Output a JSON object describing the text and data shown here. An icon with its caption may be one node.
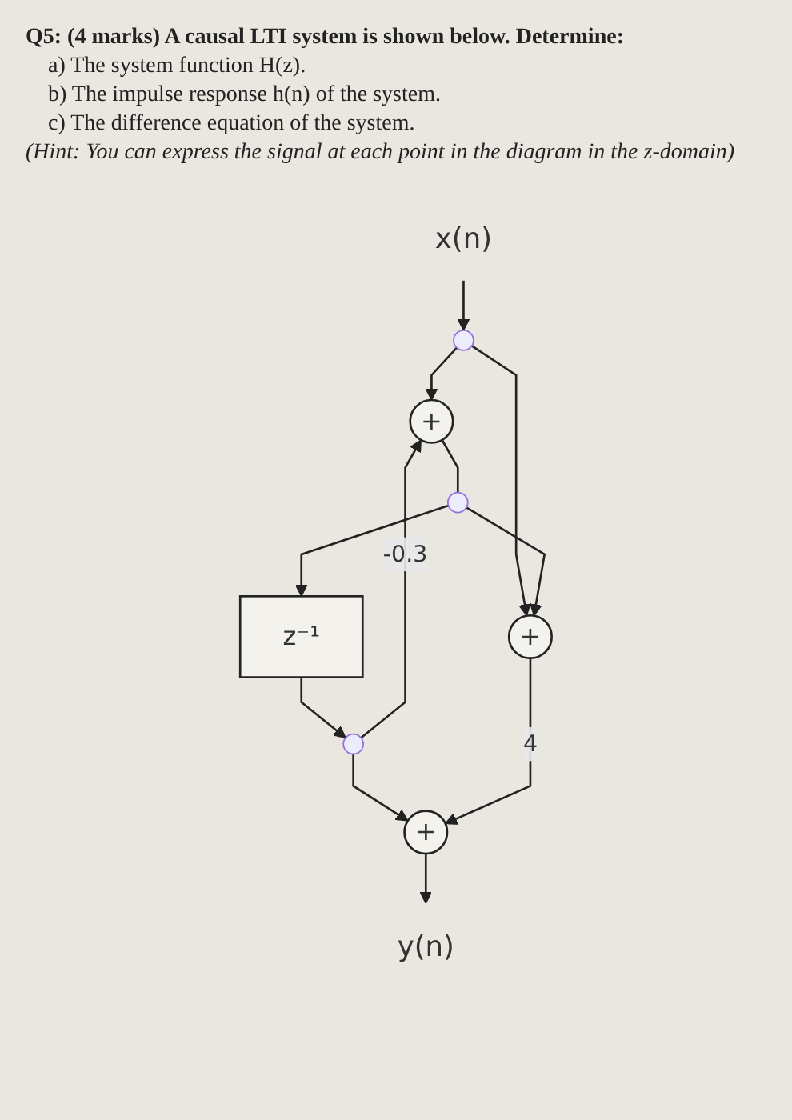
{
  "diagram": {
    "nodes": [
      {
        "text": [
          "x(n)"
        ]
      },
      {
        "text": [],
        "shape": "circle"
      },
      {
        "text": [
          "+"
        ]
      },
      {
        "text": [],
        "shape": "circle"
      },
      {
        "text": [
          "z⁻¹"
        ]
      },
      {
        "text": [],
        "shape": "circle"
      },
      {
        "text": [
          "+"
        ]
      },
      {
        "text": [
          "+"
        ]
      },
      {
        "text": [
          "y(n)"
        ]
      }
    ],
    "edges": [
      {
        "from": 0,
        "to": 1,
        "arrow": "to"
      },
      {
        "from": 1,
        "to": 2,
        "arrow": "to"
      },
      {
        "from": 1,
        "to": 6,
        "arrow": "to"
      },
      {
        "from": 2,
        "to": 3,
        "arrow": "none"
      },
      {
        "from": 3,
        "to": 4,
        "arrow": "to"
      },
      {
        "from": 4,
        "to": 5,
        "arrow": "to"
      },
      {
        "from": 5,
        "to": 2,
        "label": "-0.3",
        "arrow": "to"
      },
      {
        "from": 3,
        "to": 6,
        "arrow": "to"
      },
      {
        "from": 5,
        "to": 7,
        "arrow": "to"
      },
      {
        "from": 6,
        "to": 7,
        "label": "4",
        "arrow": "to"
      },
      {
        "from": 7,
        "to": 8,
        "arrow": "to"
      }
    ],
    "labels": [
      "Q5: (4 marks) A causal LTI system is shown below. Determine:",
      "a) The system function H(z).",
      "b) The impulse response h(n) of the system.",
      "c) The difference equation of the system.",
      "(Hint: You can express the signal at each point in the diagram in the z-domain)"
    ]
  }
}
